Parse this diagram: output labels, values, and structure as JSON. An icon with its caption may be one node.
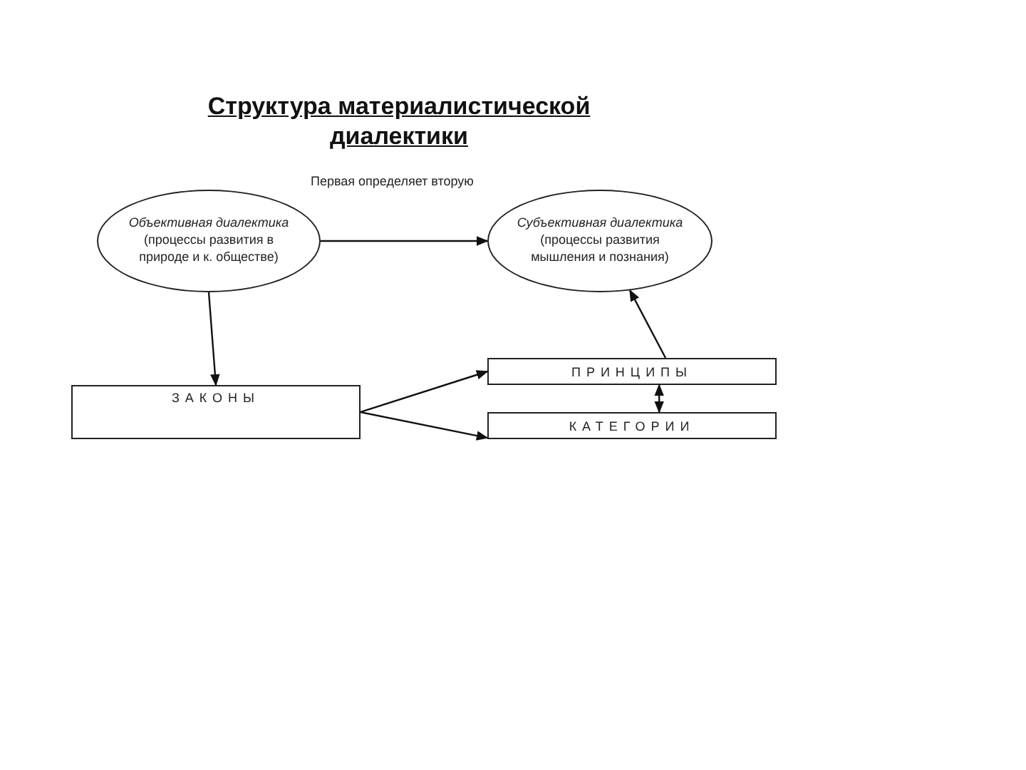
{
  "diagram": {
    "title": "Структура материалистической диалектики",
    "nodes": [
      {
        "text": [
          "Объективная диалектика",
          "(процессы развития в природе и к. обществе)"
        ]
      },
      {
        "text": [
          "Субъективная диалектика",
          "(процессы развития мышления и познания)"
        ]
      },
      {
        "text": [
          "ЗАКОНЫ"
        ]
      },
      {
        "text": [
          "ПРИНЦИПЫ"
        ]
      },
      {
        "text": [
          "КАТЕГОРИИ"
        ]
      }
    ],
    "edges": [
      {
        "from": 0,
        "to": 1,
        "arrow": "to",
        "label": "Первая определяет вторую"
      },
      {
        "from": 0,
        "to": 2,
        "arrow": "to"
      },
      {
        "from": 2,
        "to": 3,
        "arrow": "to"
      },
      {
        "from": 2,
        "to": 4,
        "arrow": "to"
      },
      {
        "from": 3,
        "to": 1,
        "arrow": "to"
      },
      {
        "from": 3,
        "to": 4,
        "arrow": "both"
      }
    ]
  }
}
